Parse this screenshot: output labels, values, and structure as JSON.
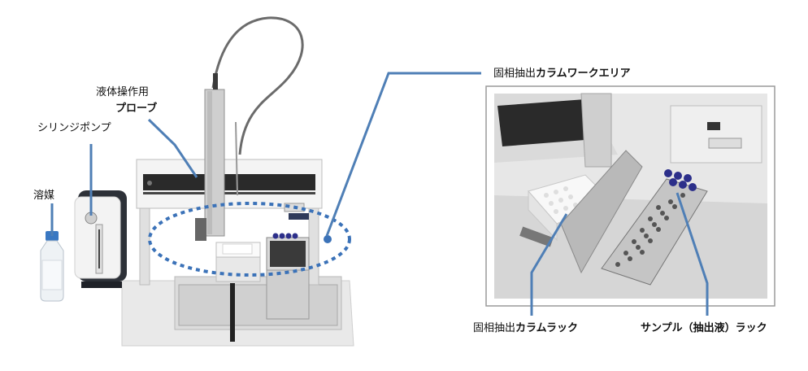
{
  "labels": {
    "probe_line1": "液体操作用",
    "probe_line2": "プローブ",
    "syringe_pump": "シリンジポンプ",
    "solvent": "溶媒",
    "spe_area_a": "固相抽出",
    "spe_area_b": "カラムワークエリア",
    "spe_rack_a": "固相抽出",
    "spe_rack_b": "カラムラック",
    "sample_rack": "サンプル（抽出液）ラック"
  },
  "colors": {
    "callout_line": "#4f7fb6",
    "highlight_ellipse": "#3b72b8",
    "device_body": "#f2f2f2",
    "device_frame": "#c8c8c8",
    "pump_dark": "#2d3138",
    "bottle_cap": "#3a78c2",
    "vial_cap": "#2c2f8a"
  }
}
